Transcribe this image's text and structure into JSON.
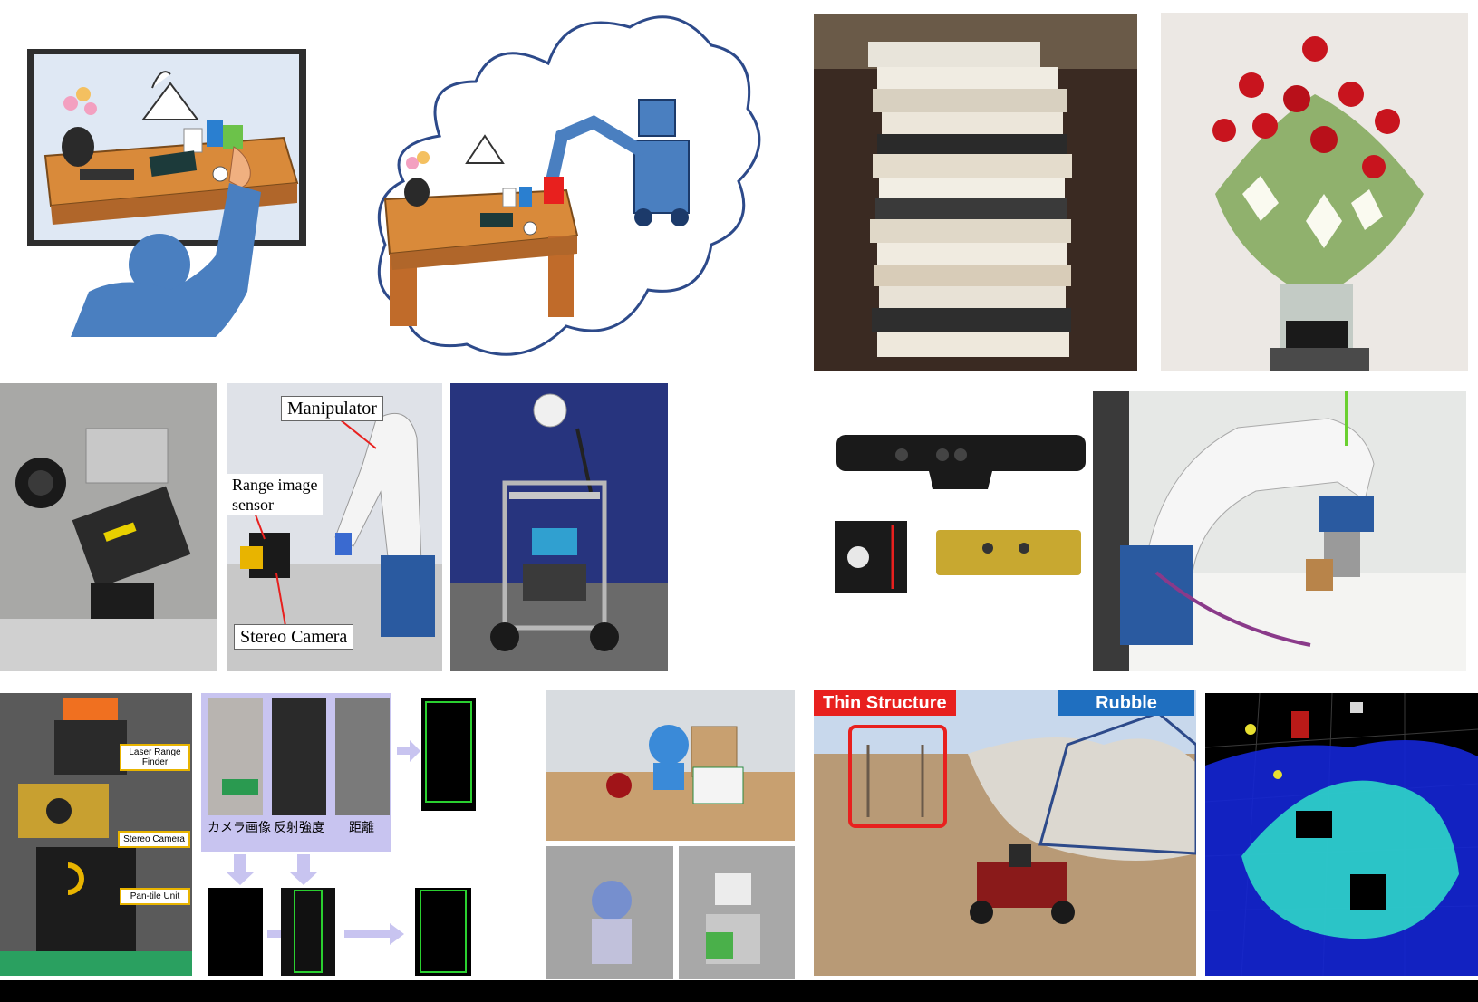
{
  "labels": {
    "manipulator": "Manipulator",
    "range_sensor": "Range image\nsensor",
    "stereo_camera": "Stereo Camera",
    "laser_range_finder": "Laser Range\nFinder",
    "stereo_camera_small": "Stereo Camera",
    "pan_tilt_unit": "Pan-tile Unit",
    "camera_image": "カメラ画像",
    "reflect_intensity": "反射強度",
    "distance": "距離",
    "thin_structure": "Thin Structure",
    "rubble": "Rubble"
  },
  "colors": {
    "robot_blue": "#4a7fc0",
    "person_blue": "#4a7fc0",
    "table_orange": "#d98a3a",
    "banner_red": "#e8201e",
    "banner_blue": "#1f6fc0",
    "label_yellow": "#e8b400",
    "point_cyan": "#2fd6c8",
    "point_blue": "#1426d6"
  }
}
